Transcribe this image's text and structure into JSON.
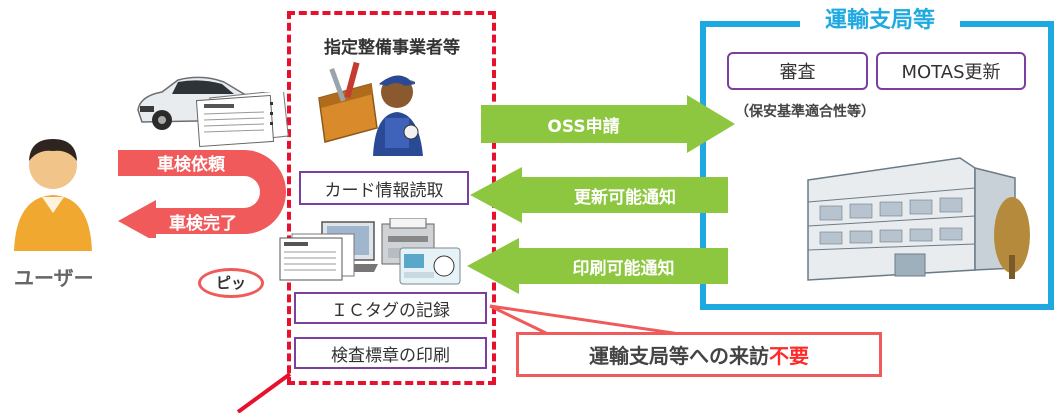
{
  "colors": {
    "green_arrow": "#8dc63f",
    "red_arrow": "#f05a5a",
    "bureau_border": "#1fa9e1",
    "dashed_red": "#e8112d",
    "purple": "#7b3fa0",
    "emphasis_red": "#ff2a2a"
  },
  "operator": {
    "title": "指定整備事業者等"
  },
  "bureau": {
    "title": "運輸支局等",
    "btn_review": "審査",
    "btn_motas": "MOTAS更新",
    "note": "（保安基準適合性等）"
  },
  "arrows": {
    "oss": "OSS申請",
    "renewal_notice": "更新可能通知",
    "print_notice": "印刷可能通知"
  },
  "user": {
    "label": "ユーザー",
    "request": "車検依頼",
    "complete": "車検完了"
  },
  "tasks": {
    "card_read": "カード情報読取",
    "ic_tag": "ＩＣタグの記録",
    "sticker_print": "検査標章の印刷"
  },
  "beep": "ピッ",
  "no_visit": {
    "text": "運輸支局等への来訪",
    "emphasis": "不要"
  },
  "icons": [
    "car-icon",
    "certificate-icon",
    "mechanic-icon",
    "user-icon",
    "pc-icon",
    "printer-icon",
    "ic-card-icon",
    "office-building-icon"
  ]
}
